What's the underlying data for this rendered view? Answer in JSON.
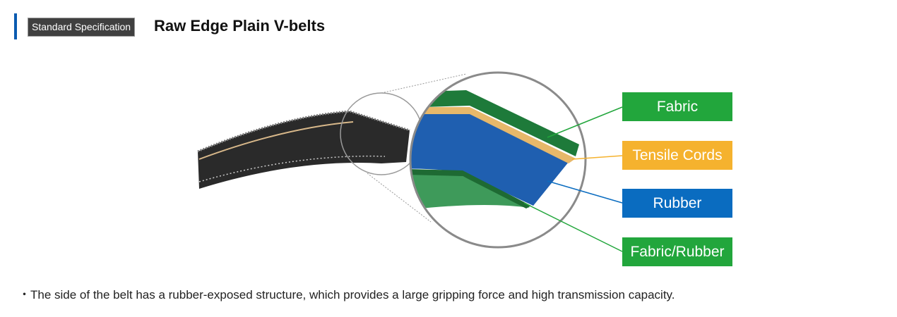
{
  "header": {
    "badge": "Standard Specification",
    "title": "Raw Edge Plain V-belts"
  },
  "labels": [
    {
      "text": "Fabric",
      "color": "#22a63c"
    },
    {
      "text": "Tensile Cords",
      "color": "#f5b22e"
    },
    {
      "text": "Rubber",
      "color": "#0a6cc0"
    },
    {
      "text": "Fabric/Rubber",
      "color": "#22a63c"
    }
  ],
  "note": "・The side of the belt has a rubber-exposed structure, which provides a large gripping force and high transmission capacity."
}
